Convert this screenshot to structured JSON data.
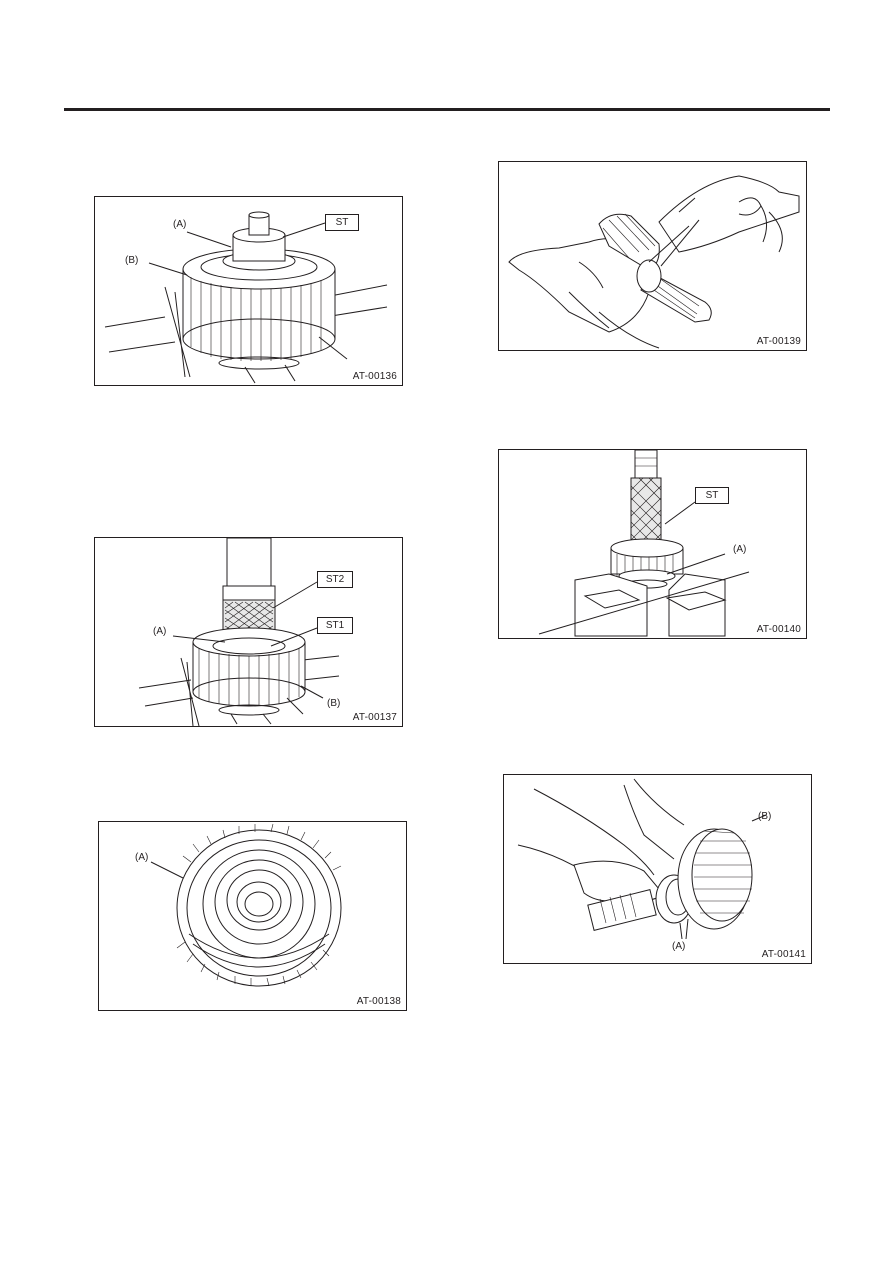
{
  "figures": {
    "f136": {
      "id": "AT-00136",
      "callouts": {
        "a": "(A)",
        "b": "(B)"
      },
      "tool": "ST"
    },
    "f137": {
      "id": "AT-00137",
      "callouts": {
        "a": "(A)",
        "b": "(B)"
      },
      "tool1": "ST1",
      "tool2": "ST2"
    },
    "f138": {
      "id": "AT-00138",
      "callouts": {
        "a": "(A)"
      }
    },
    "f139": {
      "id": "AT-00139"
    },
    "f140": {
      "id": "AT-00140",
      "callouts": {
        "a": "(A)"
      },
      "tool": "ST"
    },
    "f141": {
      "id": "AT-00141",
      "callouts": {
        "a": "(A)",
        "b": "(B)"
      }
    }
  }
}
